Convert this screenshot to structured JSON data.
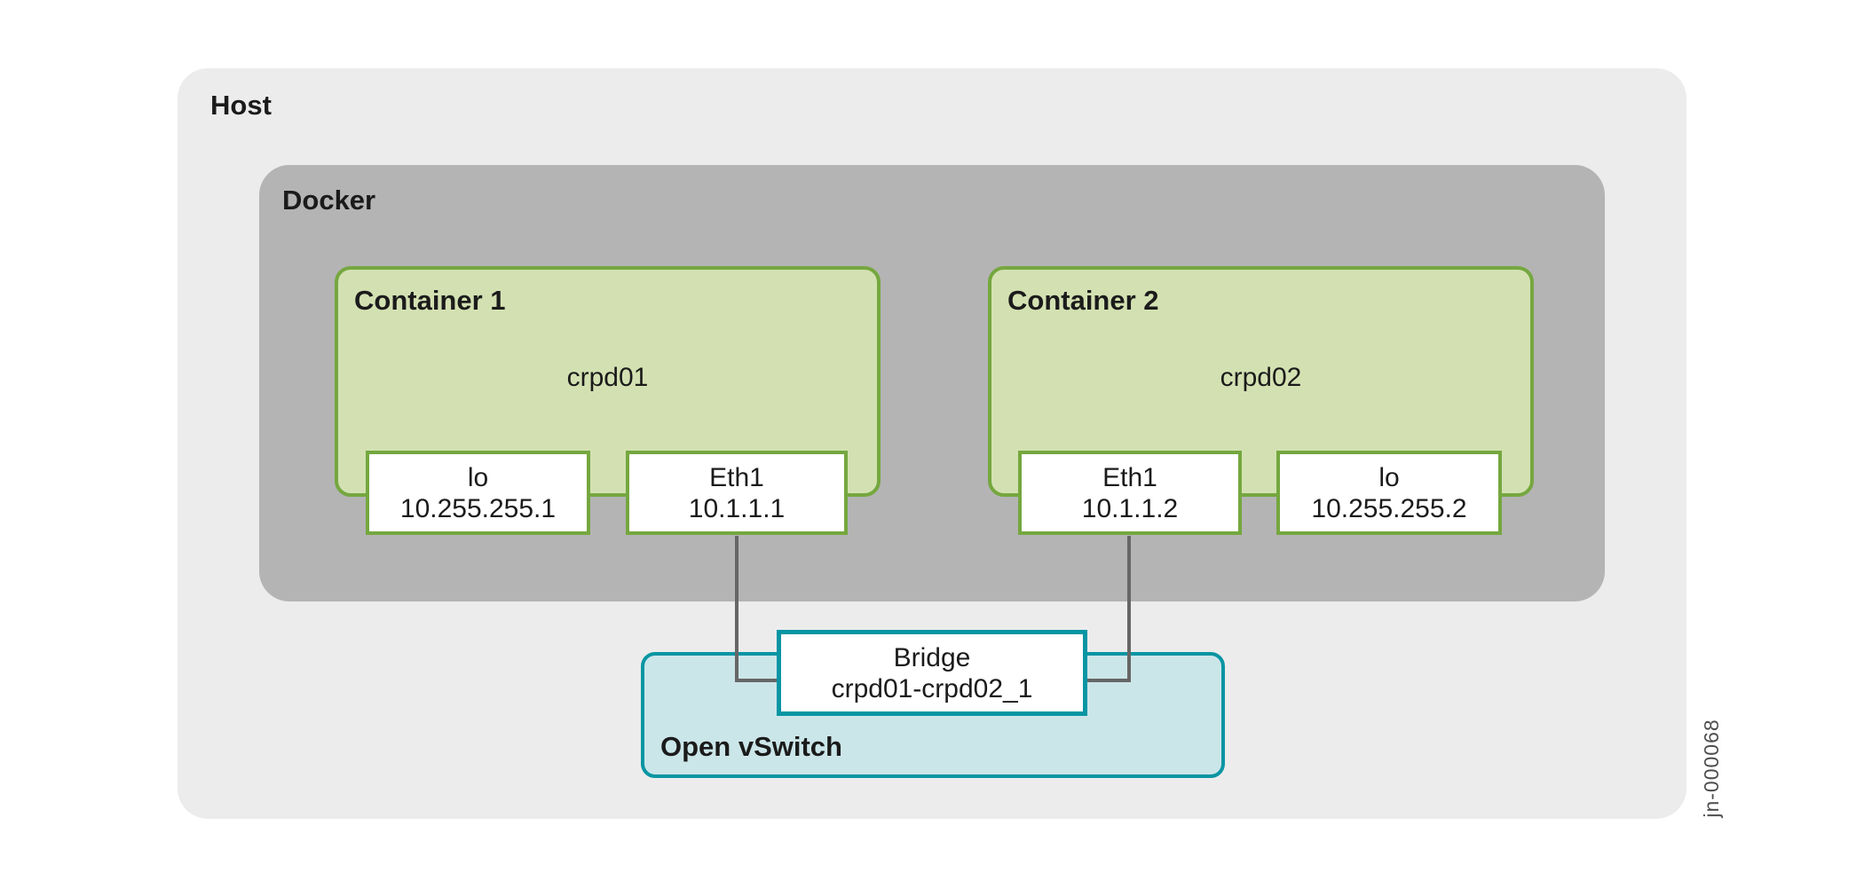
{
  "host": {
    "label": "Host"
  },
  "docker": {
    "label": "Docker"
  },
  "containers": [
    {
      "label": "Container 1",
      "name": "crpd01",
      "interfaces": [
        {
          "name": "lo",
          "ip": "10.255.255.1"
        },
        {
          "name": "Eth1",
          "ip": "10.1.1.1"
        }
      ]
    },
    {
      "label": "Container 2",
      "name": "crpd02",
      "interfaces": [
        {
          "name": "Eth1",
          "ip": "10.1.1.2"
        },
        {
          "name": "lo",
          "ip": "10.255.255.2"
        }
      ]
    }
  ],
  "open_vswitch": {
    "label": "Open vSwitch",
    "bridge": {
      "title": "Bridge",
      "name": "crpd01-crpd02_1"
    }
  },
  "figure_number": "jn-000068",
  "colors": {
    "host_bg": "#ececec",
    "docker_bg": "#b4b4b4",
    "container_bg": "#d3e1b2",
    "container_border": "#75a73f",
    "ovs_bg": "#cbe6e9",
    "ovs_border": "#0995a3",
    "connector": "#666666",
    "text": "#1b1b1b",
    "figure_text": "#4d4d4d"
  }
}
